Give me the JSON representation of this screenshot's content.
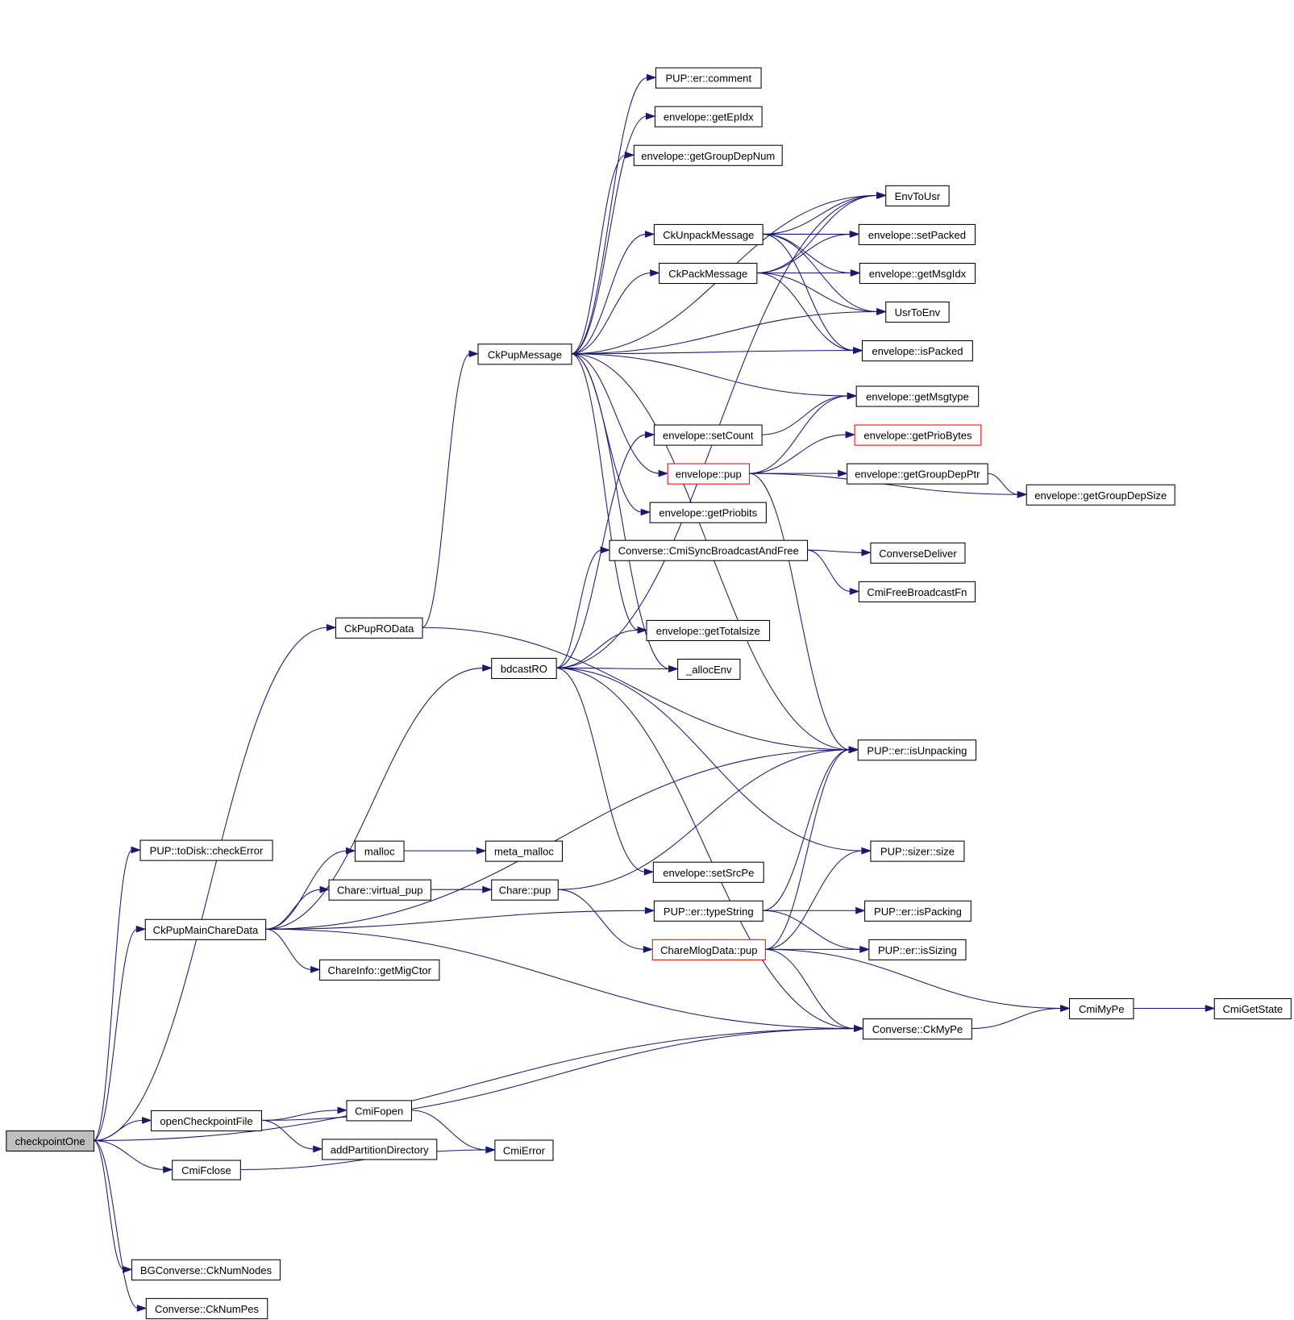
{
  "diagram": {
    "type": "call-graph",
    "root": "checkpointOne",
    "colors": {
      "edge": "#191970",
      "root_fill": "#bfbfbf",
      "truncated_border": "#ff0000"
    },
    "nodes": [
      {
        "id": "checkpointOne",
        "label": "checkpointOne",
        "style": "root"
      },
      {
        "id": "checkError",
        "label": "PUP::toDisk::checkError"
      },
      {
        "id": "CkPupMainChareData",
        "label": "CkPupMainChareData"
      },
      {
        "id": "openCheckpointFile",
        "label": "openCheckpointFile"
      },
      {
        "id": "CmiFclose",
        "label": "CmiFclose"
      },
      {
        "id": "CkNumNodes",
        "label": "BGConverse::CkNumNodes"
      },
      {
        "id": "CkNumPes",
        "label": "Converse::CkNumPes"
      },
      {
        "id": "CkPupROData",
        "label": "CkPupROData"
      },
      {
        "id": "bdcastRO",
        "label": "bdcastRO"
      },
      {
        "id": "CkPupMessage",
        "label": "CkPupMessage"
      },
      {
        "id": "malloc",
        "label": "malloc"
      },
      {
        "id": "meta_malloc",
        "label": "meta_malloc"
      },
      {
        "id": "virtual_pup",
        "label": "Chare::virtual_pup"
      },
      {
        "id": "Chare_pup",
        "label": "Chare::pup"
      },
      {
        "id": "getMigCtor",
        "label": "ChareInfo::getMigCtor"
      },
      {
        "id": "CmiFopen",
        "label": "CmiFopen"
      },
      {
        "id": "addPartitionDirectory",
        "label": "addPartitionDirectory"
      },
      {
        "id": "CmiError",
        "label": "CmiError"
      },
      {
        "id": "comment",
        "label": "PUP::er::comment"
      },
      {
        "id": "getEpIdx",
        "label": "envelope::getEpIdx"
      },
      {
        "id": "getGroupDepNum",
        "label": "envelope::getGroupDepNum"
      },
      {
        "id": "CkUnpackMessage",
        "label": "CkUnpackMessage"
      },
      {
        "id": "CkPackMessage",
        "label": "CkPackMessage"
      },
      {
        "id": "setCount",
        "label": "envelope::setCount"
      },
      {
        "id": "env_pup",
        "label": "envelope::pup",
        "style": "red"
      },
      {
        "id": "getPriobits",
        "label": "envelope::getPriobits"
      },
      {
        "id": "CmiSyncBroadcastAndFree",
        "label": "Converse::CmiSyncBroadcastAndFree"
      },
      {
        "id": "getTotalsize",
        "label": "envelope::getTotalsize"
      },
      {
        "id": "allocEnv",
        "label": "_allocEnv"
      },
      {
        "id": "setSrcPe",
        "label": "envelope::setSrcPe"
      },
      {
        "id": "typeString",
        "label": "PUP::er::typeString"
      },
      {
        "id": "ChareMlogData_pup",
        "label": "ChareMlogData::pup",
        "style": "red"
      },
      {
        "id": "EnvToUsr",
        "label": "EnvToUsr"
      },
      {
        "id": "setPacked",
        "label": "envelope::setPacked"
      },
      {
        "id": "getMsgIdx",
        "label": "envelope::getMsgIdx"
      },
      {
        "id": "UsrToEnv",
        "label": "UsrToEnv"
      },
      {
        "id": "isPacked",
        "label": "envelope::isPacked"
      },
      {
        "id": "getMsgtype",
        "label": "envelope::getMsgtype"
      },
      {
        "id": "getPrioBytes",
        "label": "envelope::getPrioBytes",
        "style": "red"
      },
      {
        "id": "getGroupDepPtr",
        "label": "envelope::getGroupDepPtr"
      },
      {
        "id": "getGroupDepSize",
        "label": "envelope::getGroupDepSize"
      },
      {
        "id": "ConverseDeliver",
        "label": "ConverseDeliver"
      },
      {
        "id": "CmiFreeBroadcastFn",
        "label": "CmiFreeBroadcastFn"
      },
      {
        "id": "isUnpacking",
        "label": "PUP::er::isUnpacking"
      },
      {
        "id": "sizer_size",
        "label": "PUP::sizer::size"
      },
      {
        "id": "isPacking",
        "label": "PUP::er::isPacking"
      },
      {
        "id": "isSizing",
        "label": "PUP::er::isSizing"
      },
      {
        "id": "CmiMyPe",
        "label": "CmiMyPe"
      },
      {
        "id": "CmiGetState",
        "label": "CmiGetState"
      },
      {
        "id": "CkMyPe",
        "label": "Converse::CkMyPe"
      }
    ],
    "edges": [
      [
        "checkpointOne",
        "checkError"
      ],
      [
        "checkpointOne",
        "CkPupMainChareData"
      ],
      [
        "checkpointOne",
        "openCheckpointFile"
      ],
      [
        "checkpointOne",
        "CmiFclose"
      ],
      [
        "checkpointOne",
        "CkNumNodes"
      ],
      [
        "checkpointOne",
        "CkNumPes"
      ],
      [
        "checkpointOne",
        "CkMyPe"
      ],
      [
        "checkpointOne",
        "CkPupROData"
      ],
      [
        "CkPupMainChareData",
        "bdcastRO"
      ],
      [
        "CkPupMainChareData",
        "malloc"
      ],
      [
        "CkPupMainChareData",
        "virtual_pup"
      ],
      [
        "CkPupMainChareData",
        "isUnpacking"
      ],
      [
        "CkPupMainChareData",
        "typeString"
      ],
      [
        "CkPupMainChareData",
        "getMigCtor"
      ],
      [
        "CkPupMainChareData",
        "CkMyPe"
      ],
      [
        "openCheckpointFile",
        "CmiFopen"
      ],
      [
        "openCheckpointFile",
        "addPartitionDirectory"
      ],
      [
        "openCheckpointFile",
        "CkMyPe"
      ],
      [
        "CmiFopen",
        "CmiError"
      ],
      [
        "CmiFclose",
        "CmiError"
      ],
      [
        "CkPupROData",
        "CkPupMessage"
      ],
      [
        "CkPupROData",
        "isUnpacking"
      ],
      [
        "malloc",
        "meta_malloc"
      ],
      [
        "virtual_pup",
        "Chare_pup"
      ],
      [
        "Chare_pup",
        "isUnpacking"
      ],
      [
        "Chare_pup",
        "ChareMlogData_pup"
      ],
      [
        "bdcastRO",
        "EnvToUsr"
      ],
      [
        "bdcastRO",
        "setCount"
      ],
      [
        "bdcastRO",
        "CmiSyncBroadcastAndFree"
      ],
      [
        "bdcastRO",
        "getTotalsize"
      ],
      [
        "bdcastRO",
        "allocEnv"
      ],
      [
        "bdcastRO",
        "setSrcPe"
      ],
      [
        "bdcastRO",
        "sizer_size"
      ],
      [
        "bdcastRO",
        "CkMyPe"
      ],
      [
        "CkPupMessage",
        "comment"
      ],
      [
        "CkPupMessage",
        "getEpIdx"
      ],
      [
        "CkPupMessage",
        "getGroupDepNum"
      ],
      [
        "CkPupMessage",
        "CkUnpackMessage"
      ],
      [
        "CkPupMessage",
        "CkPackMessage"
      ],
      [
        "CkPupMessage",
        "EnvToUsr"
      ],
      [
        "CkPupMessage",
        "UsrToEnv"
      ],
      [
        "CkPupMessage",
        "isPacked"
      ],
      [
        "CkPupMessage",
        "getMsgtype"
      ],
      [
        "CkPupMessage",
        "env_pup"
      ],
      [
        "CkPupMessage",
        "getPriobits"
      ],
      [
        "CkPupMessage",
        "getTotalsize"
      ],
      [
        "CkPupMessage",
        "allocEnv"
      ],
      [
        "CkPupMessage",
        "isUnpacking"
      ],
      [
        "CkUnpackMessage",
        "EnvToUsr"
      ],
      [
        "CkUnpackMessage",
        "setPacked"
      ],
      [
        "CkUnpackMessage",
        "getMsgIdx"
      ],
      [
        "CkUnpackMessage",
        "UsrToEnv"
      ],
      [
        "CkUnpackMessage",
        "isPacked"
      ],
      [
        "CkPackMessage",
        "EnvToUsr"
      ],
      [
        "CkPackMessage",
        "setPacked"
      ],
      [
        "CkPackMessage",
        "getMsgIdx"
      ],
      [
        "CkPackMessage",
        "UsrToEnv"
      ],
      [
        "CkPackMessage",
        "isPacked"
      ],
      [
        "setCount",
        "getMsgtype"
      ],
      [
        "env_pup",
        "getMsgtype"
      ],
      [
        "env_pup",
        "getPrioBytes"
      ],
      [
        "env_pup",
        "getGroupDepPtr"
      ],
      [
        "env_pup",
        "getGroupDepSize"
      ],
      [
        "env_pup",
        "isUnpacking"
      ],
      [
        "getGroupDepPtr",
        "getGroupDepSize"
      ],
      [
        "CmiSyncBroadcastAndFree",
        "ConverseDeliver"
      ],
      [
        "CmiSyncBroadcastAndFree",
        "CmiFreeBroadcastFn"
      ],
      [
        "typeString",
        "isUnpacking"
      ],
      [
        "typeString",
        "isPacking"
      ],
      [
        "typeString",
        "isSizing"
      ],
      [
        "ChareMlogData_pup",
        "isUnpacking"
      ],
      [
        "ChareMlogData_pup",
        "sizer_size"
      ],
      [
        "ChareMlogData_pup",
        "isSizing"
      ],
      [
        "ChareMlogData_pup",
        "CmiMyPe"
      ],
      [
        "ChareMlogData_pup",
        "CkMyPe"
      ],
      [
        "CkMyPe",
        "CmiMyPe"
      ],
      [
        "CmiMyPe",
        "CmiGetState"
      ]
    ]
  }
}
